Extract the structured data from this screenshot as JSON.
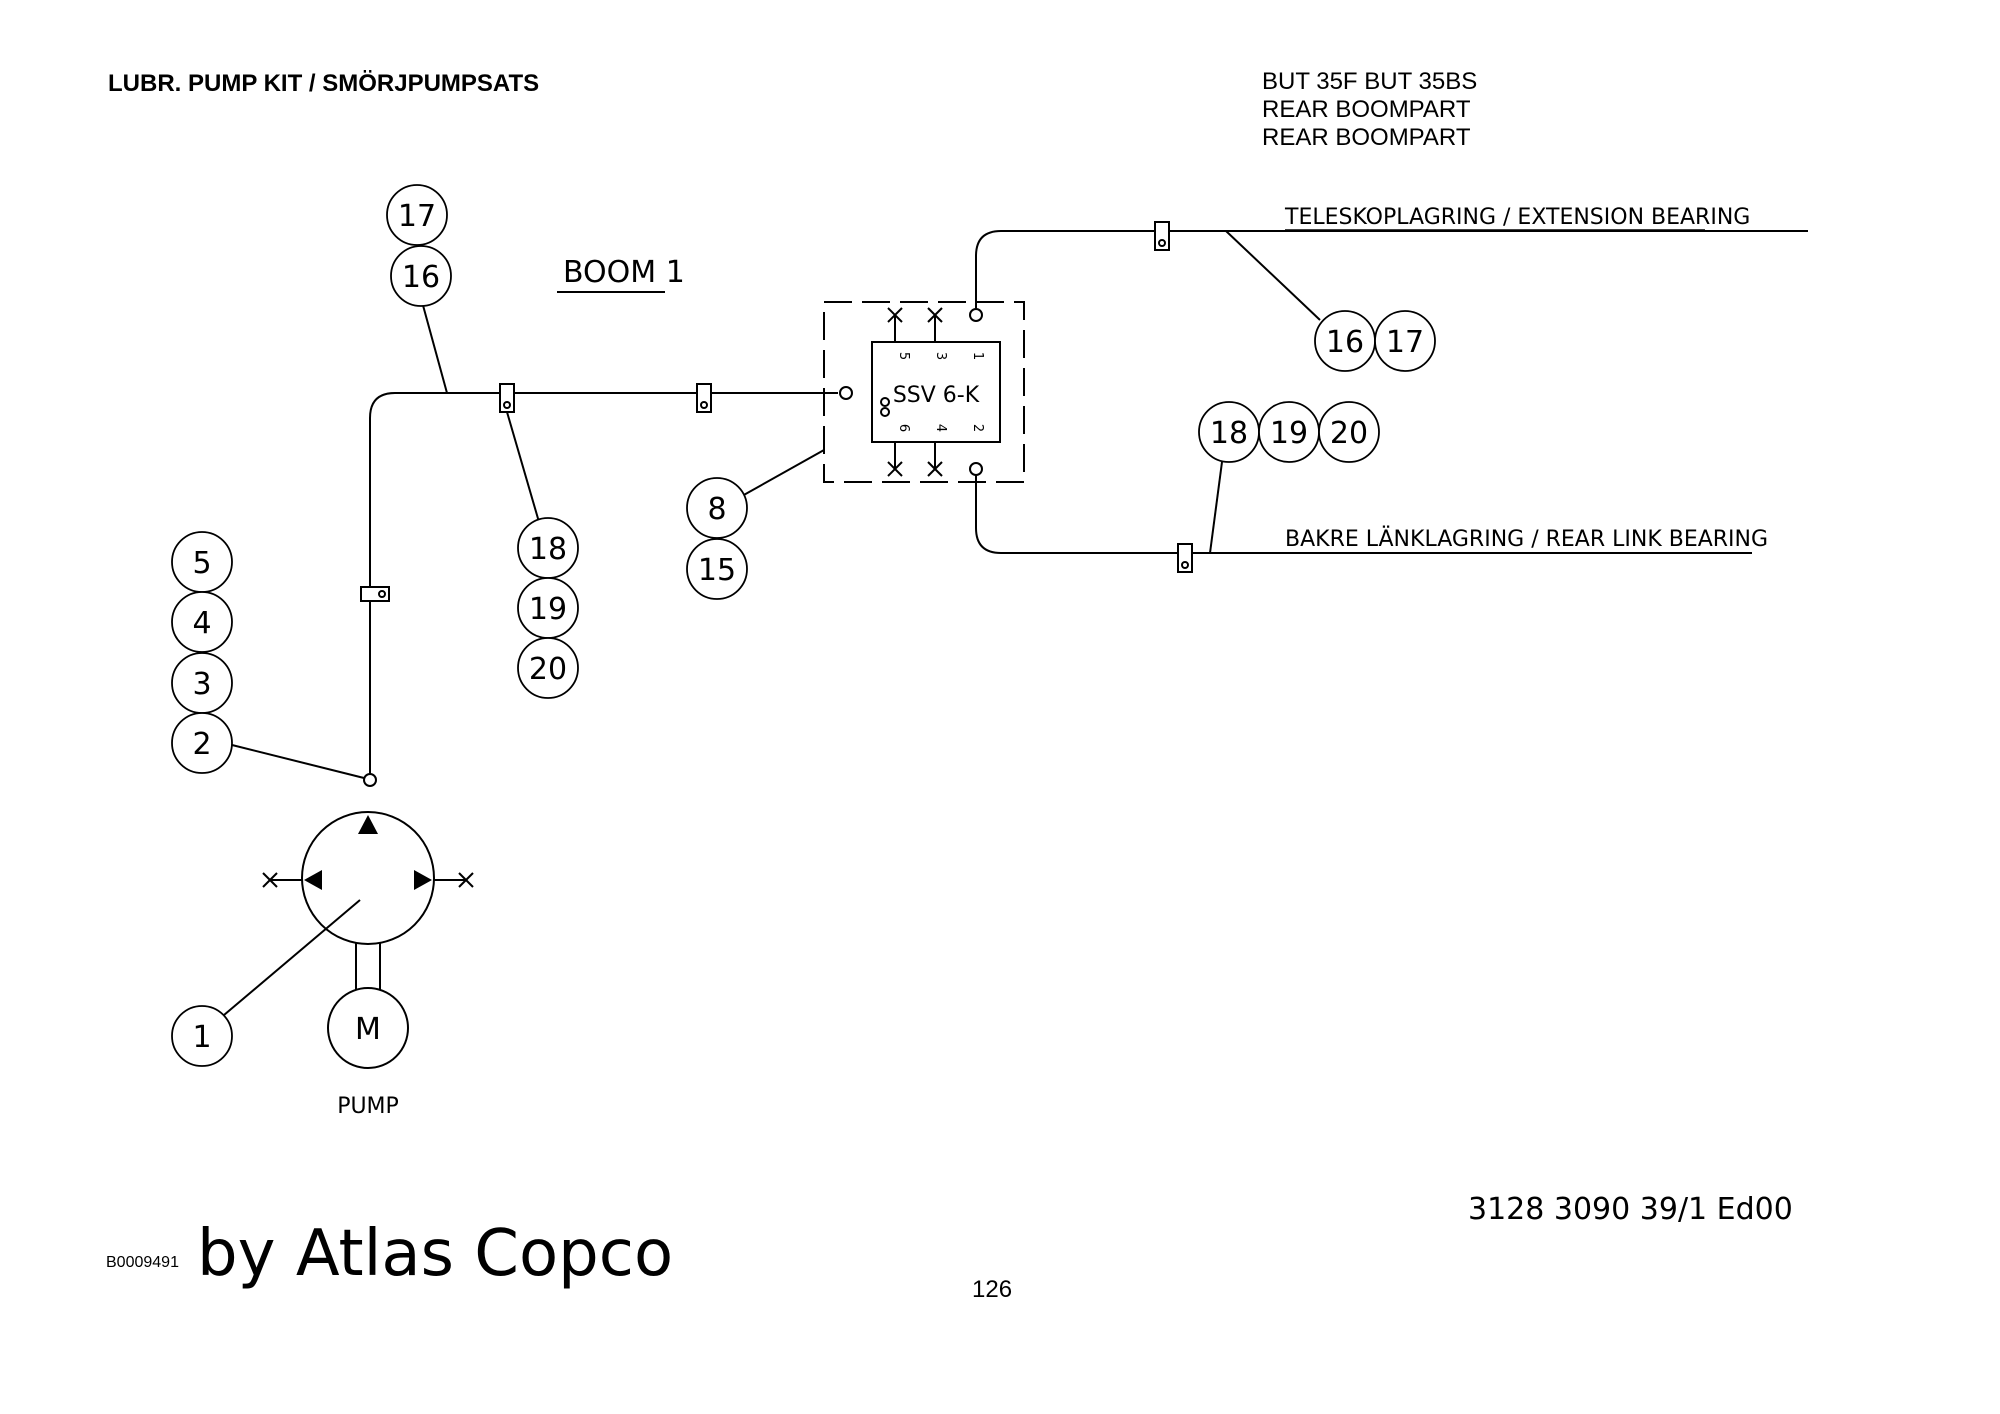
{
  "header": {
    "title": "LUBR. PUMP KIT / SMÖRJPUMPSATS",
    "model_line1": "BUT 35F BUT 35BS",
    "model_line2": "REAR BOOMPART",
    "model_line3": "REAR BOOMPART"
  },
  "diagram": {
    "boom_label": "BOOM 1",
    "valve_label": "SSV 6-K",
    "valve_ports": [
      "5",
      "3",
      "1",
      "6",
      "4",
      "2"
    ],
    "pump_label": "PUMP",
    "motor_label": "M",
    "extension_bearing_label": "TELESKOPLAGRING / EXTENSION BEARING",
    "rear_link_bearing_label": "BAKRE LÄNKLAGRING / REAR LINK BEARING",
    "callouts": {
      "c1": "1",
      "c2": "2",
      "c3": "3",
      "c4": "4",
      "c5": "5",
      "c8": "8",
      "c15": "15",
      "c16a": "16",
      "c17a": "17",
      "c18a": "18",
      "c19a": "19",
      "c20a": "20",
      "c16b": "16",
      "c17b": "17",
      "c18b": "18",
      "c19b": "19",
      "c20b": "20"
    }
  },
  "footer": {
    "image_code": "B0009491",
    "brand": "by Atlas Copco",
    "page_number": "126",
    "doc_number": "3128 3090 39/1  Ed00"
  }
}
